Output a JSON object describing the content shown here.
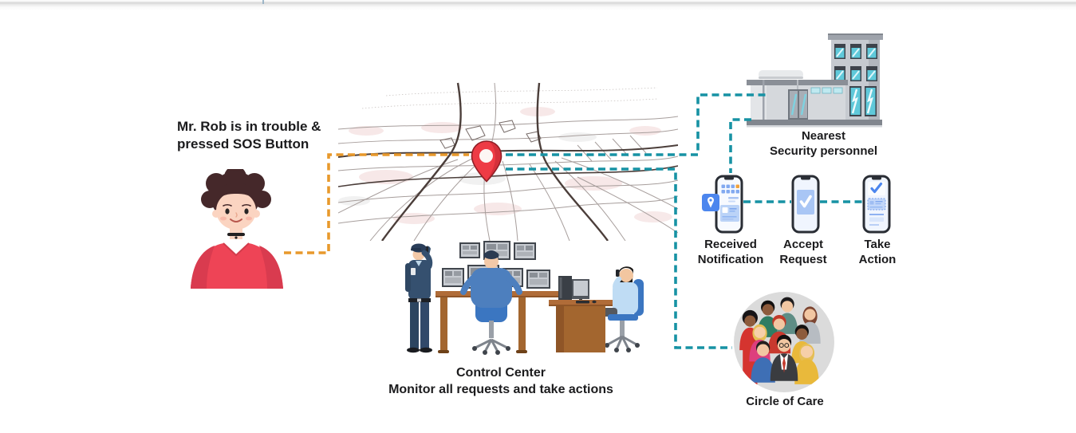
{
  "colors": {
    "orange-dash": "#E8992C",
    "teal-dash": "#1792A4",
    "text": "#1B1B1D",
    "pin-red": "#EE3B45",
    "phone-blue": "#4C86EE",
    "shirt-red": "#EE4456"
  },
  "sos_user": {
    "line1": "Mr. Rob is in trouble &",
    "line2": "pressed SOS Button"
  },
  "security": {
    "line1": "Nearest",
    "line2": "Security personnel"
  },
  "phones": [
    {
      "line1": "Received",
      "line2": "Notification"
    },
    {
      "line1": "Accept",
      "line2": "Request"
    },
    {
      "line1": "Take",
      "line2": "Action"
    }
  ],
  "control_center": {
    "line1": "Control Center",
    "line2": "Monitor all requests and take actions"
  },
  "circle_of_care": {
    "label": "Circle of Care"
  },
  "icons": {
    "map_pin": "location-pin",
    "notification_badge": "location-badge",
    "accept_check": "checkmark-card",
    "action_check": "checkmark-document"
  }
}
